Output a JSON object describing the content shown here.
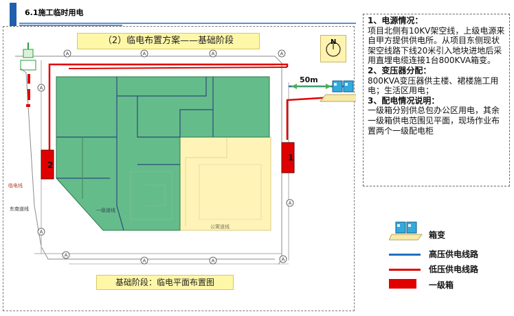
{
  "header": {
    "title": "6.1施工临时用电"
  },
  "plan": {
    "title": "（2）临电布置方案——基础阶段",
    "caption": "基础阶段：临电平面布置图",
    "distance_label": "50m",
    "box_1_label": "1",
    "box_2_label": "2",
    "compass_label": "N",
    "axis_label": "A",
    "cad_text_left_1": "临电线",
    "cad_text_left_2": "东南道线",
    "cad_text_center_1": "一级道线",
    "cad_text_center_2": "公寓道线"
  },
  "description": {
    "section1_heading": "1、电源情况：",
    "section1_text": "项目北侧有10KV架空线，上级电源来自甲方提供供电所。从项目东侧现状架空线路下线20米引入地块进地后采用直埋电缆连接1台800KVA箱变。",
    "section2_heading": "2、变压器分配：",
    "section2_text": "800KVA变压器供主楼、裙楼施工用电；生活区用电；",
    "section3_heading": "3、配电情况说明：",
    "section3_text": "一级箱分别供总包办公区用电，其余一级箱供电范围见平面，现场作业布置两个一级配电柜"
  },
  "legend": {
    "transformer_label": "箱变",
    "hv_label": "高压供电线路",
    "lv_label": "低压供电线路",
    "box_label": "一级箱"
  },
  "colors": {
    "hv_line": "#1f6fc0",
    "lv_line": "#e00000",
    "green_zone": "#3aa96a",
    "yellow_zone": "#fff3b8",
    "transformer": "#33aadd"
  }
}
